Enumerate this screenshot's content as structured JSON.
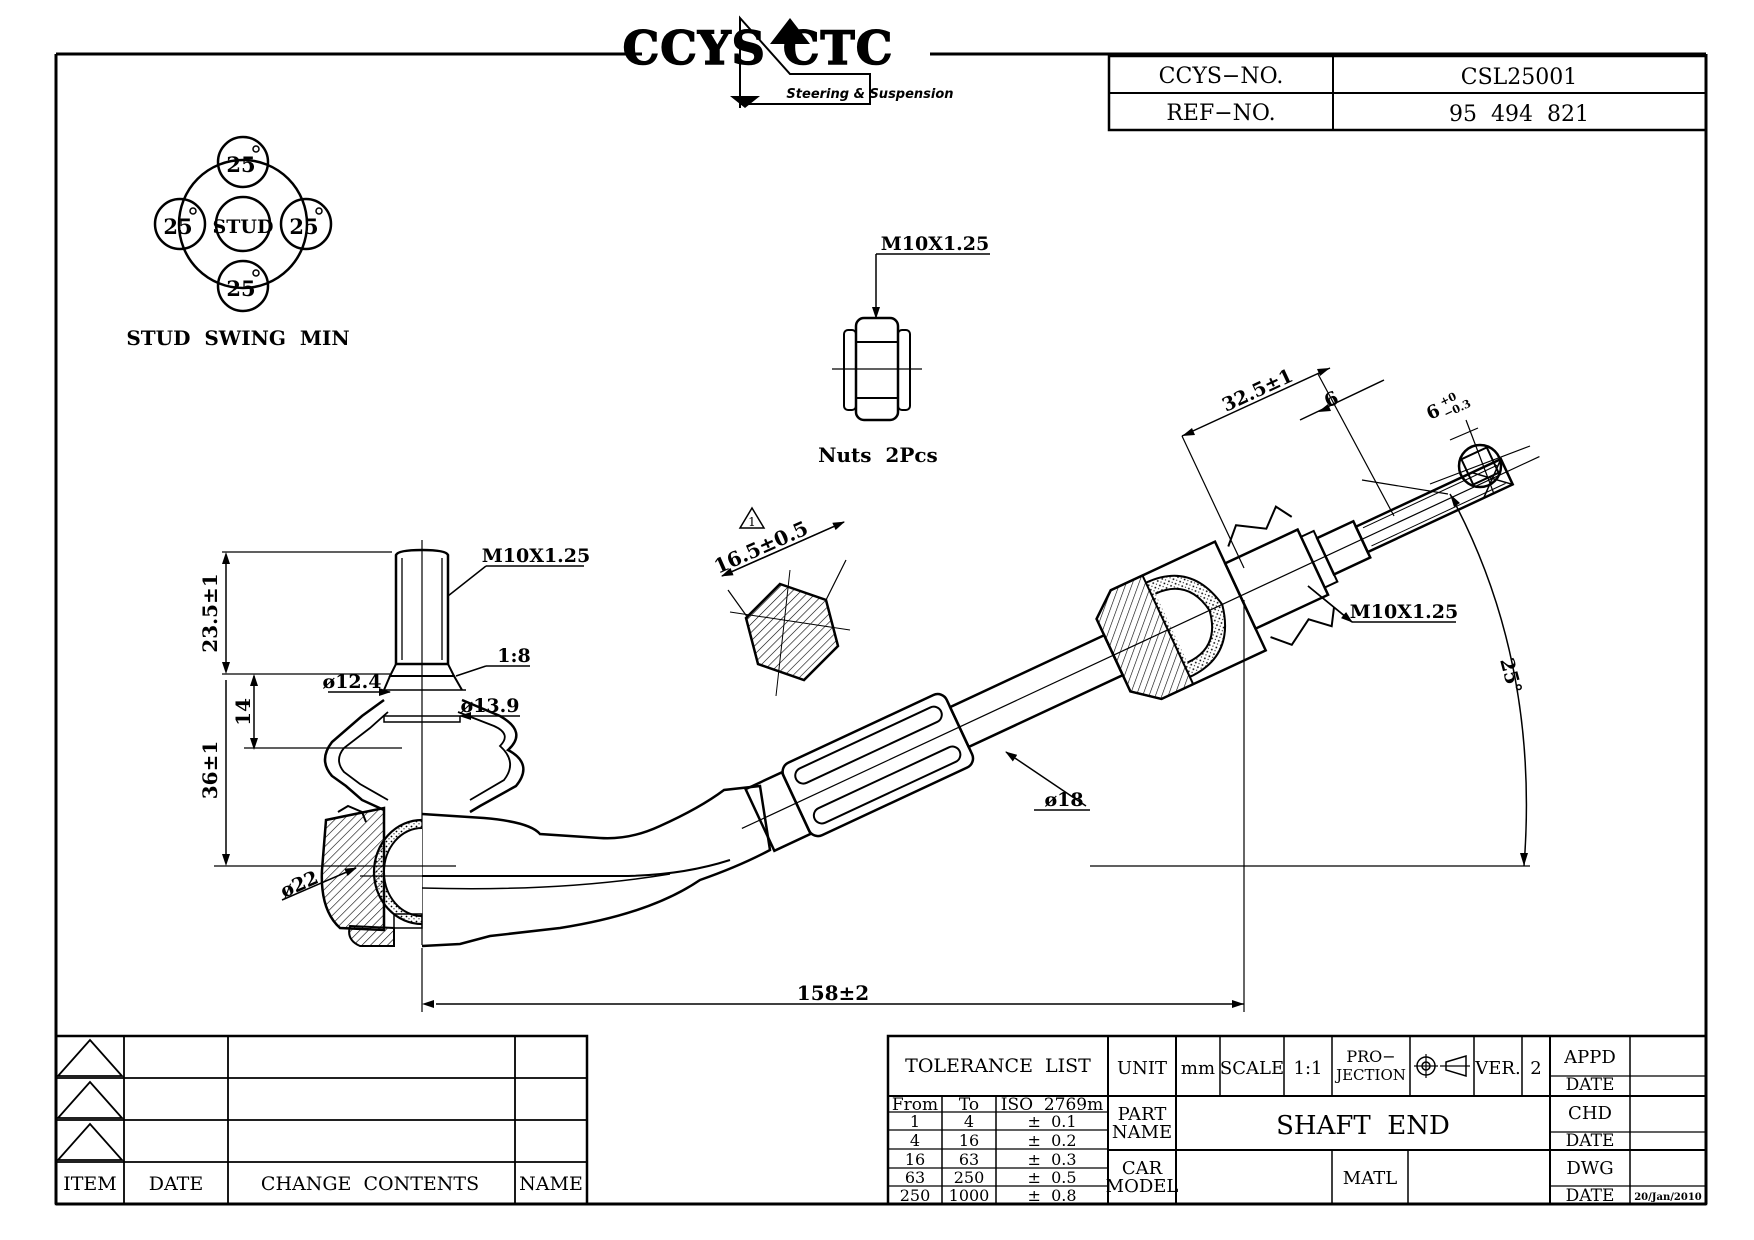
{
  "logo": {
    "brand": "CCYS CTC",
    "tagline": "Steering & Suspension"
  },
  "header": {
    "ccys_no_label": "CCYS−NO.",
    "ccys_no_value": "CSL25001",
    "ref_no_label": "REF−NO.",
    "ref_no_value": "95  494  821"
  },
  "swing": {
    "angle": "25",
    "center": "STUD",
    "caption": "STUD  SWING  MIN"
  },
  "nut": {
    "thread": "M10X1.25",
    "caption": "Nuts  2Pcs"
  },
  "dims": {
    "d_thread_stud": "M10X1.25",
    "d_23_5": "23.5±1",
    "d_taper": "1:8",
    "d_phi12_4": "ø12.4",
    "d_phi13_9": "ø13.9",
    "d_14": "14",
    "d_36": "36±1",
    "d_phi22": "ø22",
    "d_158": "158±2",
    "d_hex": "16.5±0.5",
    "d_phi18": "ø18",
    "d_32_5": "32.5±1",
    "d_6": "6",
    "d_6tol": "6",
    "d_6tol_sup": "+0",
    "d_6tol_sub": "−0.3",
    "d_thread_end": "M10X1.25",
    "d_angle": "25°",
    "warn_mark": "1"
  },
  "revision": {
    "headers": {
      "item": "ITEM",
      "date": "DATE",
      "change": "CHANGE  CONTENTS",
      "name": "NAME"
    }
  },
  "tolerance": {
    "title": "TOLERANCE  LIST",
    "headers": {
      "from": "From",
      "to": "To",
      "iso": "ISO  2769m"
    },
    "rows": [
      {
        "from": "1",
        "to": "4",
        "tol": "±  0.1"
      },
      {
        "from": "4",
        "to": "16",
        "tol": "±  0.2"
      },
      {
        "from": "16",
        "to": "63",
        "tol": "±  0.3"
      },
      {
        "from": "63",
        "to": "250",
        "tol": "±  0.5"
      },
      {
        "from": "250",
        "to": "1000",
        "tol": "±  0.8"
      }
    ]
  },
  "title_block": {
    "unit_label": "UNIT",
    "unit_value": "mm",
    "scale_label": "SCALE",
    "scale_value": "1:1",
    "projection_label_1": "PRO−",
    "projection_label_2": "JECTION",
    "ver_label": "VER.",
    "ver_value": "2",
    "part_name_label_1": "PART",
    "part_name_label_2": "NAME",
    "part_name_value": "SHAFT  END",
    "car_model_label_1": "CAR",
    "car_model_label_2": "MODEL",
    "matl_label": "MATL",
    "appd": "APPD",
    "chd": "CHD",
    "dwg": "DWG",
    "date_label": "DATE",
    "dwg_date": "20/Jan/2010"
  }
}
